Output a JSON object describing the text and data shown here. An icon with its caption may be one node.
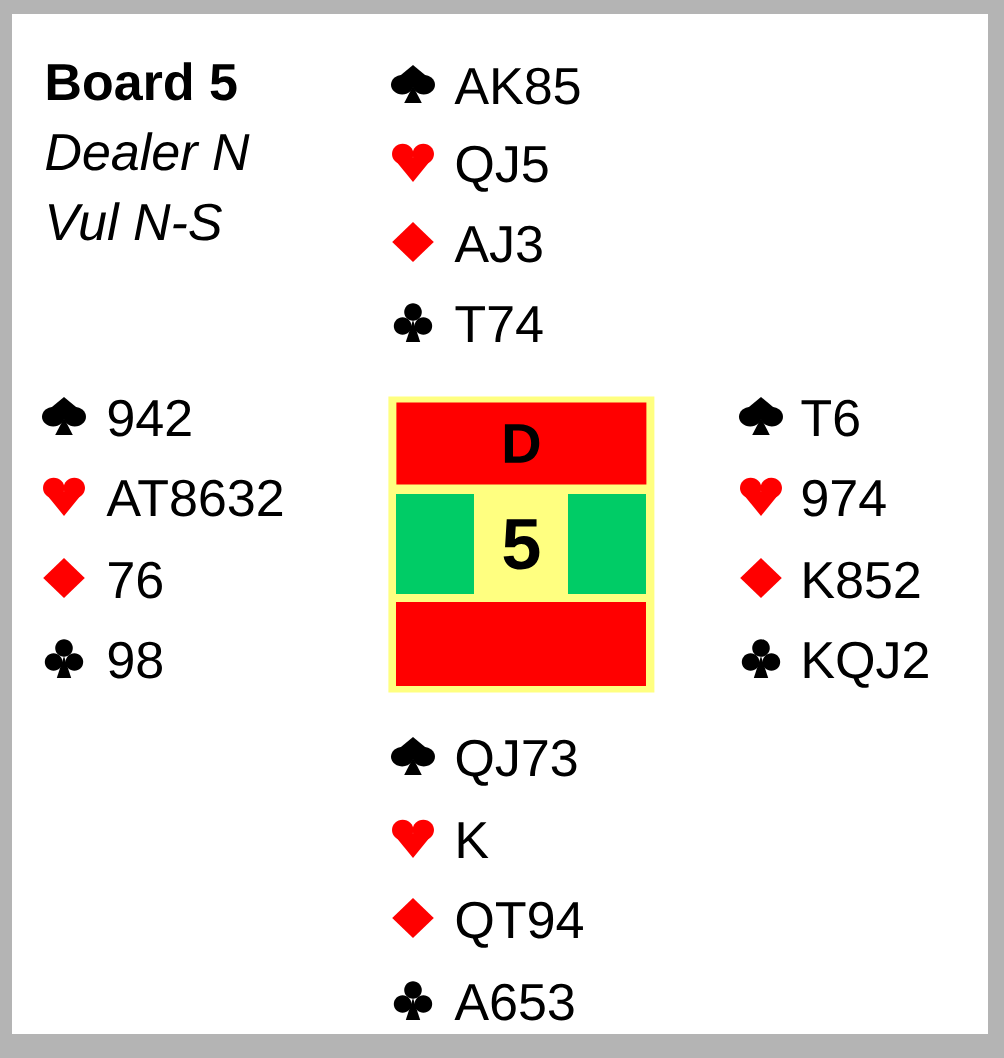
{
  "diagram": {
    "title": "Board 5",
    "nodes": [
      {
        "text": [
          "5"
        ]
      },
      {
        "text": [
          "D"
        ],
        "in": 0
      },
      {
        "text": [],
        "shape": "bar",
        "in": 0
      },
      {
        "text": [],
        "shape": "bar",
        "in": 0
      },
      {
        "text": [],
        "shape": "bar",
        "in": 0
      }
    ],
    "labels": [
      "Dealer N",
      "Vul N-S",
      "AK85",
      "QJ5",
      "AJ3",
      "T74",
      "942",
      "AT8632",
      "76",
      "98",
      "T6",
      "974",
      "K852",
      "KQJ2",
      "QJ73",
      "K",
      "QT94",
      "A653"
    ]
  }
}
